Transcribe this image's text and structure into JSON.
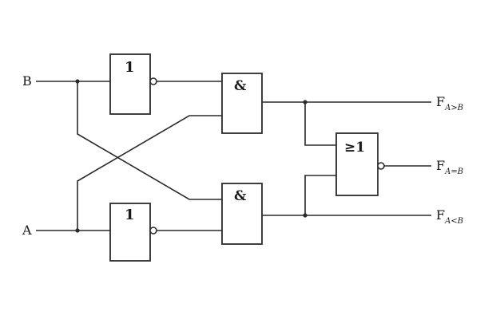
{
  "inputs": {
    "b": "B",
    "a": "A"
  },
  "gates": {
    "not_top": "1",
    "not_bottom": "1",
    "and_top": "&",
    "and_bottom": "&",
    "nor": "≥1"
  },
  "outputs": {
    "greater": {
      "main": "F",
      "sub": "A>B"
    },
    "equal": {
      "main": "F",
      "sub": "A=B"
    },
    "less": {
      "main": "F",
      "sub": "A<B"
    }
  }
}
